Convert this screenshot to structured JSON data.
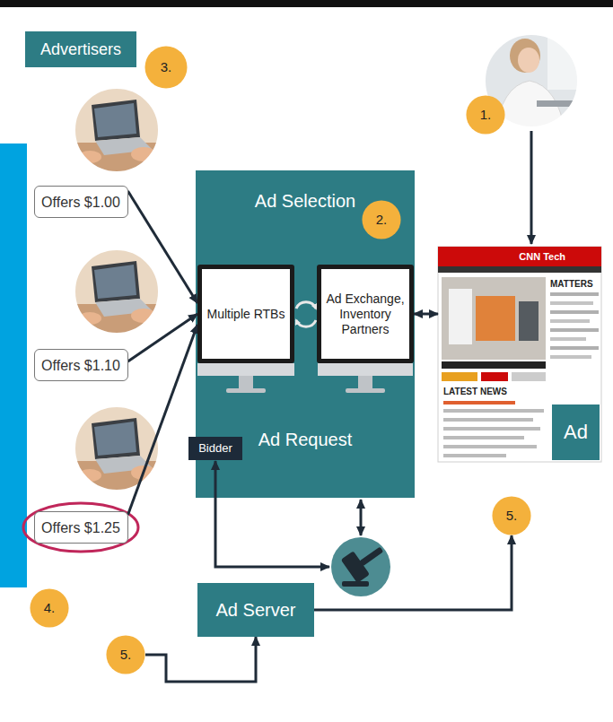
{
  "diagram": {
    "nodes": [
      {
        "text": [
          "Advertisers"
        ]
      },
      {
        "text": [
          "3."
        ]
      },
      {
        "text": [
          "Offers $1.00"
        ]
      },
      {
        "text": [
          "Offers $1.10"
        ]
      },
      {
        "text": [
          "Offers $1.25"
        ]
      },
      {
        "text": [
          "4."
        ]
      },
      {
        "text": [
          "Ad Selection",
          "Ad Request"
        ]
      },
      {
        "text": [
          "2."
        ],
        "in": 6
      },
      {
        "text": [
          "Multiple RTBs"
        ],
        "in": 6
      },
      {
        "text": [
          "Ad Exchange, Inventory Partners"
        ],
        "in": 6
      },
      {
        "text": [
          "Bidder"
        ],
        "in": 6
      },
      {
        "text": [
          "1."
        ]
      },
      {
        "text": [
          "CNN Tech",
          "MATTERS",
          "LATEST NEWS"
        ]
      },
      {
        "text": [
          "Ad"
        ],
        "in": 12
      },
      {
        "text": [
          "5."
        ]
      },
      {
        "text": [
          "Ad Server"
        ]
      },
      {
        "text": [
          "5."
        ]
      }
    ],
    "edges": [
      {
        "from": 2,
        "to": 8,
        "arrow": "to"
      },
      {
        "from": 3,
        "to": 8,
        "arrow": "to"
      },
      {
        "from": 4,
        "to": 8,
        "arrow": "to"
      },
      {
        "from": 9,
        "to": 12,
        "arrow": "both"
      },
      {
        "from": 15,
        "to": 14,
        "arrow": "to"
      },
      {
        "from": 16,
        "to": 15,
        "arrow": "to"
      }
    ]
  }
}
